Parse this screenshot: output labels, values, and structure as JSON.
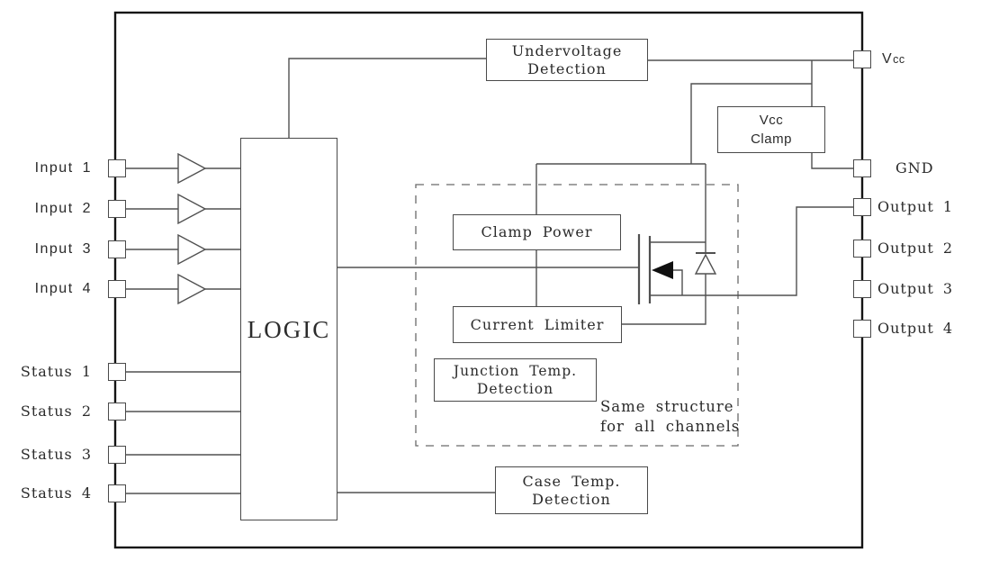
{
  "pins": {
    "left": [
      {
        "label": "Input 1"
      },
      {
        "label": "Input 2"
      },
      {
        "label": "Input 3"
      },
      {
        "label": "Input 4"
      },
      {
        "label": "Status 1"
      },
      {
        "label": "Status 2"
      },
      {
        "label": "Status 3"
      },
      {
        "label": "Status 4"
      }
    ],
    "right": [
      {
        "label": "Vcc",
        "v": "V",
        "sub": "cc"
      },
      {
        "label": "GND"
      },
      {
        "label": "Output 1"
      },
      {
        "label": "Output 2"
      },
      {
        "label": "Output 3"
      },
      {
        "label": "Output 4"
      }
    ]
  },
  "blocks": {
    "logic": {
      "label": "LOGIC"
    },
    "undervoltage": {
      "line1": "Undervoltage",
      "line2": "Detection"
    },
    "vcc_clamp": {
      "line1": "Vcc",
      "line2": "Clamp"
    },
    "clamp_power": {
      "label": "Clamp Power"
    },
    "current_limiter": {
      "label": "Current Limiter"
    },
    "junction_temp": {
      "line1": "Junction Temp.",
      "line2": "Detection"
    },
    "case_temp": {
      "line1": "Case Temp.",
      "line2": "Detection"
    }
  },
  "annotations": {
    "same_structure": {
      "line1": "Same structure",
      "line2": "for all channels"
    }
  },
  "colors": {
    "wire": "#505050",
    "outer_border": "#141414",
    "box_border": "#4a4a4a",
    "dashed_border": "#6a6a6a",
    "text": "#2b2b2b",
    "background": "#ffffff"
  }
}
